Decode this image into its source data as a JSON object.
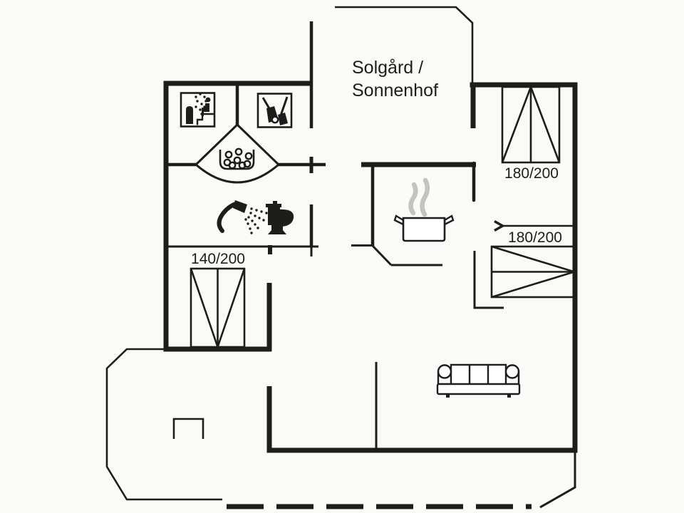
{
  "title": {
    "line1": "Solgård /",
    "line2": "Sonnenhof"
  },
  "beds": [
    {
      "id": "bed-top-right",
      "size_label": "180/200"
    },
    {
      "id": "bed-middle-right",
      "size_label": "180/200"
    },
    {
      "id": "bed-bottom-left",
      "size_label": "140/200"
    }
  ],
  "icons": [
    {
      "name": "sauna-icon"
    },
    {
      "name": "cleaning-icon"
    },
    {
      "name": "whirlpool-icon"
    },
    {
      "name": "shower-icon"
    },
    {
      "name": "toilet-icon"
    },
    {
      "name": "cooking-pot-icon"
    },
    {
      "name": "sofa-icon"
    },
    {
      "name": "entrance-arrow-icon"
    },
    {
      "name": "terrace-step-icon"
    }
  ],
  "colors": {
    "wall": "#1d1d1b",
    "background": "#fafaf9",
    "steam": "#c3c3c1"
  }
}
